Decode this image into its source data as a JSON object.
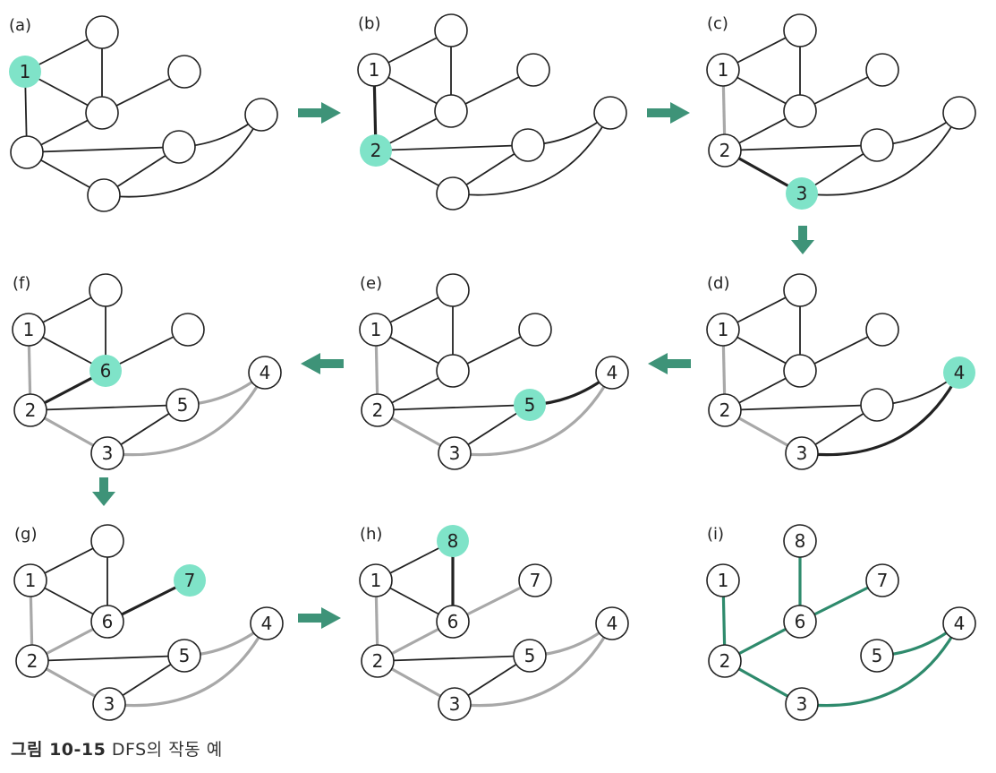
{
  "caption": {
    "prefix": "그림 10-15",
    "text": "DFS의 작동 예"
  },
  "colors": {
    "highlight_fill": "#7fe3c8",
    "tree_edge": "#2e8a6c",
    "visited_edge": "#a8a8a8",
    "current_edge": "#222222",
    "normal_edge": "#222222",
    "arrow": "#2e8a6c"
  },
  "panels": [
    {
      "label": "(a)",
      "nodes": [
        {
          "id": "A",
          "text": "1",
          "state": "current"
        },
        {
          "id": "B",
          "text": "",
          "state": "normal"
        },
        {
          "id": "C",
          "text": "",
          "state": "normal"
        },
        {
          "id": "D",
          "text": "",
          "state": "normal"
        },
        {
          "id": "E",
          "text": "",
          "state": "normal"
        },
        {
          "id": "F",
          "text": "",
          "state": "normal"
        },
        {
          "id": "G",
          "text": "",
          "state": "normal"
        },
        {
          "id": "H",
          "text": "",
          "state": "normal"
        }
      ],
      "edges": [
        [
          "A",
          "B",
          "normal"
        ],
        [
          "A",
          "C",
          "normal"
        ],
        [
          "A",
          "E",
          "normal"
        ],
        [
          "B",
          "C",
          "normal"
        ],
        [
          "C",
          "D",
          "normal"
        ],
        [
          "C",
          "E",
          "normal"
        ],
        [
          "E",
          "F",
          "normal"
        ],
        [
          "E",
          "H",
          "normal"
        ],
        [
          "F",
          "H",
          "normal"
        ],
        [
          "G",
          "H",
          "normal"
        ],
        [
          "G",
          "F",
          "normal"
        ]
      ]
    },
    {
      "label": "(b)",
      "nodes": [
        {
          "id": "A",
          "text": "1",
          "state": "normal"
        },
        {
          "id": "B",
          "text": "",
          "state": "normal"
        },
        {
          "id": "C",
          "text": "",
          "state": "normal"
        },
        {
          "id": "D",
          "text": "",
          "state": "normal"
        },
        {
          "id": "E",
          "text": "2",
          "state": "current"
        },
        {
          "id": "F",
          "text": "",
          "state": "normal"
        },
        {
          "id": "G",
          "text": "",
          "state": "normal"
        },
        {
          "id": "H",
          "text": "",
          "state": "normal"
        }
      ],
      "edges": [
        [
          "A",
          "B",
          "normal"
        ],
        [
          "A",
          "C",
          "normal"
        ],
        [
          "A",
          "E",
          "current"
        ],
        [
          "B",
          "C",
          "normal"
        ],
        [
          "C",
          "D",
          "normal"
        ],
        [
          "C",
          "E",
          "normal"
        ],
        [
          "E",
          "F",
          "normal"
        ],
        [
          "E",
          "H",
          "normal"
        ],
        [
          "F",
          "H",
          "normal"
        ],
        [
          "G",
          "H",
          "normal"
        ],
        [
          "G",
          "F",
          "normal"
        ]
      ]
    },
    {
      "label": "(c)",
      "nodes": [
        {
          "id": "A",
          "text": "1",
          "state": "normal"
        },
        {
          "id": "B",
          "text": "",
          "state": "normal"
        },
        {
          "id": "C",
          "text": "",
          "state": "normal"
        },
        {
          "id": "D",
          "text": "",
          "state": "normal"
        },
        {
          "id": "E",
          "text": "2",
          "state": "normal"
        },
        {
          "id": "F",
          "text": "",
          "state": "normal"
        },
        {
          "id": "G",
          "text": "",
          "state": "normal"
        },
        {
          "id": "H",
          "text": "3",
          "state": "current"
        }
      ],
      "edges": [
        [
          "A",
          "B",
          "normal"
        ],
        [
          "A",
          "C",
          "normal"
        ],
        [
          "A",
          "E",
          "visited"
        ],
        [
          "B",
          "C",
          "normal"
        ],
        [
          "C",
          "D",
          "normal"
        ],
        [
          "C",
          "E",
          "normal"
        ],
        [
          "E",
          "F",
          "normal"
        ],
        [
          "E",
          "H",
          "current"
        ],
        [
          "F",
          "H",
          "normal"
        ],
        [
          "G",
          "H",
          "normal"
        ],
        [
          "G",
          "F",
          "normal"
        ]
      ]
    },
    {
      "label": "(f)",
      "nodes": [
        {
          "id": "A",
          "text": "1",
          "state": "normal"
        },
        {
          "id": "B",
          "text": "",
          "state": "normal"
        },
        {
          "id": "C",
          "text": "6",
          "state": "current"
        },
        {
          "id": "D",
          "text": "",
          "state": "normal"
        },
        {
          "id": "E",
          "text": "2",
          "state": "normal"
        },
        {
          "id": "F",
          "text": "5",
          "state": "normal"
        },
        {
          "id": "G",
          "text": "4",
          "state": "normal"
        },
        {
          "id": "H",
          "text": "3",
          "state": "normal"
        }
      ],
      "edges": [
        [
          "A",
          "B",
          "normal"
        ],
        [
          "A",
          "C",
          "normal"
        ],
        [
          "A",
          "E",
          "visited"
        ],
        [
          "B",
          "C",
          "normal"
        ],
        [
          "C",
          "D",
          "normal"
        ],
        [
          "C",
          "E",
          "current"
        ],
        [
          "E",
          "F",
          "normal"
        ],
        [
          "E",
          "H",
          "visited"
        ],
        [
          "F",
          "H",
          "normal"
        ],
        [
          "G",
          "H",
          "visited"
        ],
        [
          "G",
          "F",
          "visited"
        ]
      ]
    },
    {
      "label": "(e)",
      "nodes": [
        {
          "id": "A",
          "text": "1",
          "state": "normal"
        },
        {
          "id": "B",
          "text": "",
          "state": "normal"
        },
        {
          "id": "C",
          "text": "",
          "state": "normal"
        },
        {
          "id": "D",
          "text": "",
          "state": "normal"
        },
        {
          "id": "E",
          "text": "2",
          "state": "normal"
        },
        {
          "id": "F",
          "text": "5",
          "state": "current"
        },
        {
          "id": "G",
          "text": "4",
          "state": "normal"
        },
        {
          "id": "H",
          "text": "3",
          "state": "normal"
        }
      ],
      "edges": [
        [
          "A",
          "B",
          "normal"
        ],
        [
          "A",
          "C",
          "normal"
        ],
        [
          "A",
          "E",
          "visited"
        ],
        [
          "B",
          "C",
          "normal"
        ],
        [
          "C",
          "D",
          "normal"
        ],
        [
          "C",
          "E",
          "normal"
        ],
        [
          "E",
          "F",
          "normal"
        ],
        [
          "E",
          "H",
          "visited"
        ],
        [
          "F",
          "H",
          "normal"
        ],
        [
          "G",
          "H",
          "visited"
        ],
        [
          "G",
          "F",
          "current"
        ]
      ]
    },
    {
      "label": "(d)",
      "nodes": [
        {
          "id": "A",
          "text": "1",
          "state": "normal"
        },
        {
          "id": "B",
          "text": "",
          "state": "normal"
        },
        {
          "id": "C",
          "text": "",
          "state": "normal"
        },
        {
          "id": "D",
          "text": "",
          "state": "normal"
        },
        {
          "id": "E",
          "text": "2",
          "state": "normal"
        },
        {
          "id": "F",
          "text": "",
          "state": "normal"
        },
        {
          "id": "G",
          "text": "4",
          "state": "current"
        },
        {
          "id": "H",
          "text": "3",
          "state": "normal"
        }
      ],
      "edges": [
        [
          "A",
          "B",
          "normal"
        ],
        [
          "A",
          "C",
          "normal"
        ],
        [
          "A",
          "E",
          "visited"
        ],
        [
          "B",
          "C",
          "normal"
        ],
        [
          "C",
          "D",
          "normal"
        ],
        [
          "C",
          "E",
          "normal"
        ],
        [
          "E",
          "F",
          "normal"
        ],
        [
          "E",
          "H",
          "visited"
        ],
        [
          "F",
          "H",
          "normal"
        ],
        [
          "G",
          "H",
          "current"
        ],
        [
          "G",
          "F",
          "normal"
        ]
      ]
    },
    {
      "label": "(g)",
      "nodes": [
        {
          "id": "A",
          "text": "1",
          "state": "normal"
        },
        {
          "id": "B",
          "text": "",
          "state": "normal"
        },
        {
          "id": "C",
          "text": "6",
          "state": "normal"
        },
        {
          "id": "D",
          "text": "7",
          "state": "current"
        },
        {
          "id": "E",
          "text": "2",
          "state": "normal"
        },
        {
          "id": "F",
          "text": "5",
          "state": "normal"
        },
        {
          "id": "G",
          "text": "4",
          "state": "normal"
        },
        {
          "id": "H",
          "text": "3",
          "state": "normal"
        }
      ],
      "edges": [
        [
          "A",
          "B",
          "normal"
        ],
        [
          "A",
          "C",
          "normal"
        ],
        [
          "A",
          "E",
          "visited"
        ],
        [
          "B",
          "C",
          "normal"
        ],
        [
          "C",
          "D",
          "current"
        ],
        [
          "C",
          "E",
          "visited"
        ],
        [
          "E",
          "F",
          "normal"
        ],
        [
          "E",
          "H",
          "visited"
        ],
        [
          "F",
          "H",
          "normal"
        ],
        [
          "G",
          "H",
          "visited"
        ],
        [
          "G",
          "F",
          "visited"
        ]
      ]
    },
    {
      "label": "(h)",
      "nodes": [
        {
          "id": "A",
          "text": "1",
          "state": "normal"
        },
        {
          "id": "B",
          "text": "8",
          "state": "current"
        },
        {
          "id": "C",
          "text": "6",
          "state": "normal"
        },
        {
          "id": "D",
          "text": "7",
          "state": "normal"
        },
        {
          "id": "E",
          "text": "2",
          "state": "normal"
        },
        {
          "id": "F",
          "text": "5",
          "state": "normal"
        },
        {
          "id": "G",
          "text": "4",
          "state": "normal"
        },
        {
          "id": "H",
          "text": "3",
          "state": "normal"
        }
      ],
      "edges": [
        [
          "A",
          "B",
          "normal"
        ],
        [
          "A",
          "C",
          "normal"
        ],
        [
          "A",
          "E",
          "visited"
        ],
        [
          "B",
          "C",
          "current"
        ],
        [
          "C",
          "D",
          "visited"
        ],
        [
          "C",
          "E",
          "visited"
        ],
        [
          "E",
          "F",
          "normal"
        ],
        [
          "E",
          "H",
          "visited"
        ],
        [
          "F",
          "H",
          "normal"
        ],
        [
          "G",
          "H",
          "visited"
        ],
        [
          "G",
          "F",
          "visited"
        ]
      ]
    },
    {
      "label": "(i)",
      "nodes": [
        {
          "id": "A",
          "text": "1",
          "state": "normal"
        },
        {
          "id": "B",
          "text": "8",
          "state": "normal"
        },
        {
          "id": "C",
          "text": "6",
          "state": "normal"
        },
        {
          "id": "D",
          "text": "7",
          "state": "normal"
        },
        {
          "id": "E",
          "text": "2",
          "state": "normal"
        },
        {
          "id": "F",
          "text": "5",
          "state": "normal"
        },
        {
          "id": "G",
          "text": "4",
          "state": "normal"
        },
        {
          "id": "H",
          "text": "3",
          "state": "normal"
        }
      ],
      "edges": [
        [
          "A",
          "E",
          "tree"
        ],
        [
          "B",
          "C",
          "tree"
        ],
        [
          "C",
          "D",
          "tree"
        ],
        [
          "C",
          "E",
          "tree"
        ],
        [
          "E",
          "H",
          "tree"
        ],
        [
          "G",
          "H",
          "tree"
        ],
        [
          "G",
          "F",
          "tree"
        ]
      ]
    }
  ],
  "arrows": [
    {
      "from": "a",
      "to": "b",
      "dir": "right"
    },
    {
      "from": "b",
      "to": "c",
      "dir": "right"
    },
    {
      "from": "c",
      "to": "d",
      "dir": "down"
    },
    {
      "from": "d",
      "to": "e",
      "dir": "left"
    },
    {
      "from": "e",
      "to": "f",
      "dir": "left"
    },
    {
      "from": "f",
      "to": "g",
      "dir": "down"
    },
    {
      "from": "g",
      "to": "h",
      "dir": "right"
    }
  ]
}
